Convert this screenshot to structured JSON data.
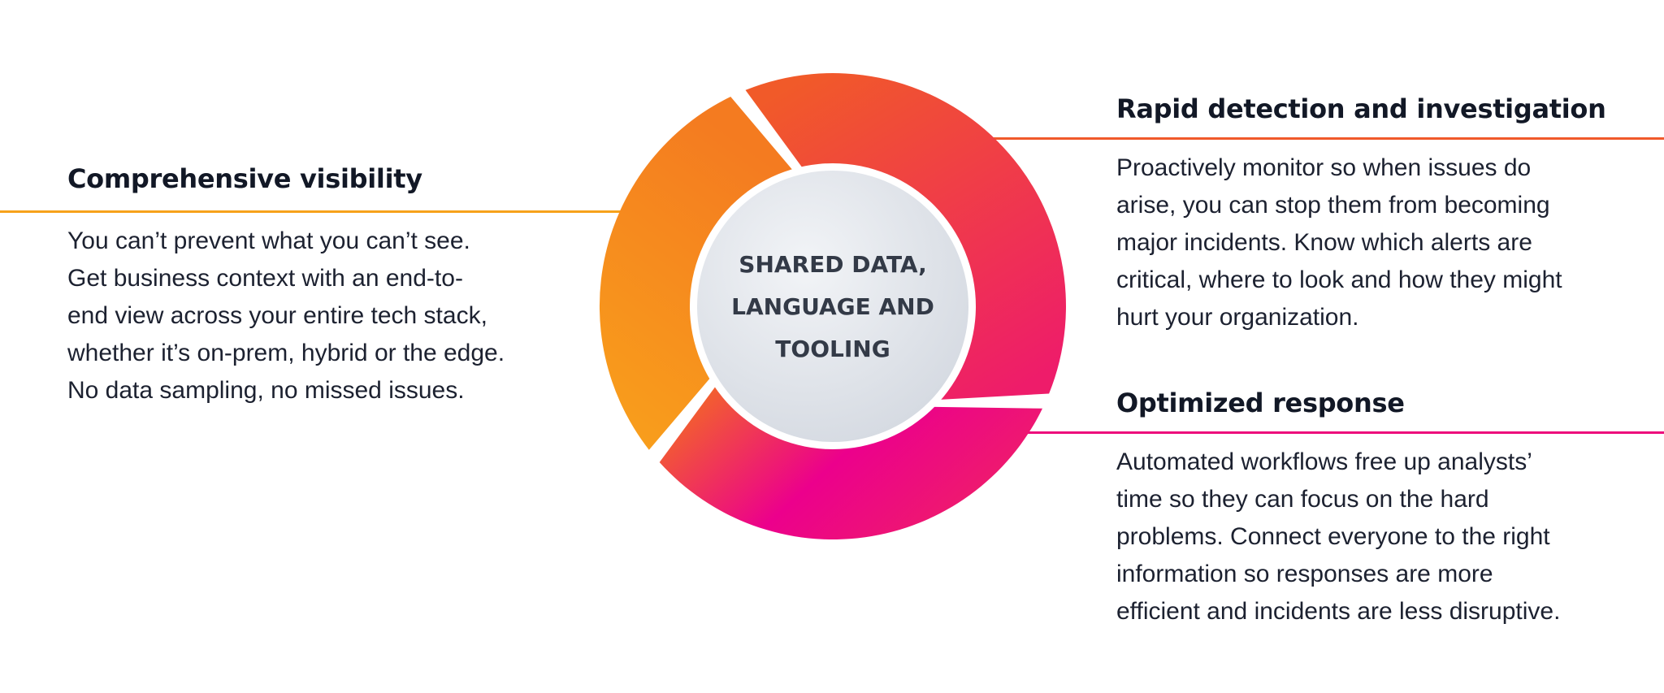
{
  "center_label": {
    "line1": "SHARED DATA,",
    "line2": "LANGUAGE AND",
    "line3": "TOOLING"
  },
  "sections": {
    "visibility": {
      "title": "Comprehensive visibility",
      "lines": [
        "You can’t prevent what you can’t see.",
        "Get business context with an end-to-",
        "end view across your entire tech stack,",
        "whether it’s on-prem, hybrid or the edge.",
        "No data sampling, no missed issues."
      ],
      "color": "#F7A21B"
    },
    "detection": {
      "title": "Rapid detection and investigation",
      "lines": [
        "Proactively monitor so when issues do",
        "arise, you can stop them from becoming",
        "major incidents. Know which alerts are",
        "critical, where to look and how they might",
        "hurt your organization."
      ],
      "color": "#F0592A"
    },
    "response": {
      "title": "Optimized response",
      "lines": [
        "Automated workflows free up analysts’",
        "time so they can focus on the hard",
        "problems. Connect everyone to the right",
        "information so responses are more",
        "efficient and incidents are less disruptive."
      ],
      "color": "#ED0A7C"
    }
  },
  "colors": {
    "orange_light": "#F9A11B",
    "orange_red": "#F15A29",
    "magenta": "#EC008C",
    "center_fill": "#E6E9EE"
  }
}
